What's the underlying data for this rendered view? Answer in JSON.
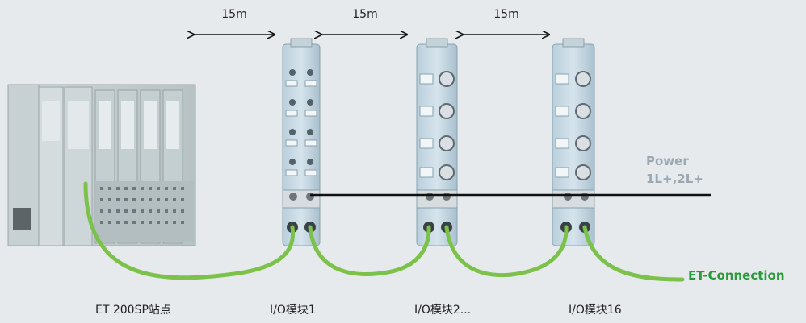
{
  "distances": [
    "15m",
    "15m",
    "15m"
  ],
  "power": {
    "line1": "Power",
    "line2": "1L+,2L+"
  },
  "bus_label": "ET-Connection",
  "nodes": {
    "station": "ET 200SP站点",
    "module1": "I/O模块1",
    "module2": "I/O模块2...",
    "module16": "I/O模块16"
  },
  "colors": {
    "background": "#e6eaed",
    "cable": "#7cc24a",
    "power_line": "#111111",
    "power_text": "#9aa8b2",
    "bus_text": "#2a9a3c"
  }
}
